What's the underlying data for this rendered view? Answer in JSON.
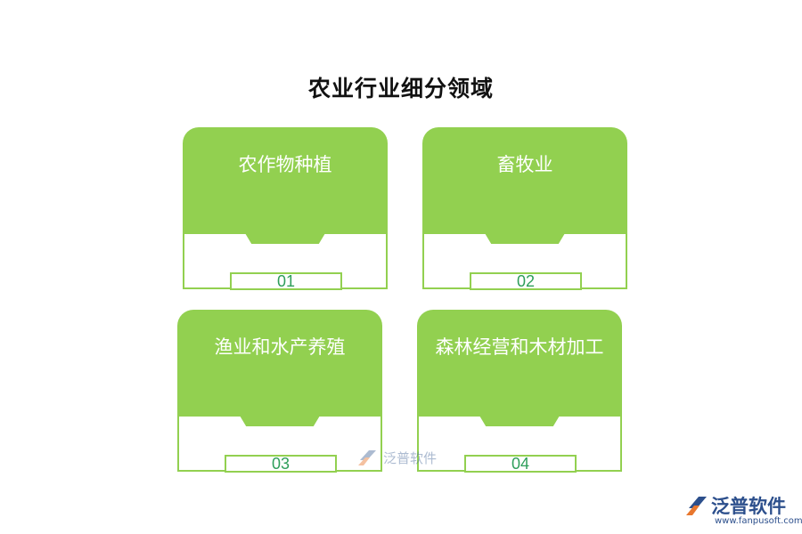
{
  "title": "农业行业细分领域",
  "colors": {
    "card_green": "#92d050",
    "number_text": "#2e9e5a",
    "brand_blue": "#2c4f8c",
    "brand_orange": "#e8772e"
  },
  "cards": [
    {
      "label": "农作物种植",
      "number": "01"
    },
    {
      "label": "畜牧业",
      "number": "02"
    },
    {
      "label": "渔业和水产养殖",
      "number": "03"
    },
    {
      "label": "森林经营和木材加工",
      "number": "04"
    }
  ],
  "watermark": {
    "text": "泛普软件",
    "icon": "fanpu-logo-icon"
  },
  "logo": {
    "name": "泛普软件",
    "url": "www.fanpusoft.com",
    "icon": "fanpu-logo-icon"
  }
}
